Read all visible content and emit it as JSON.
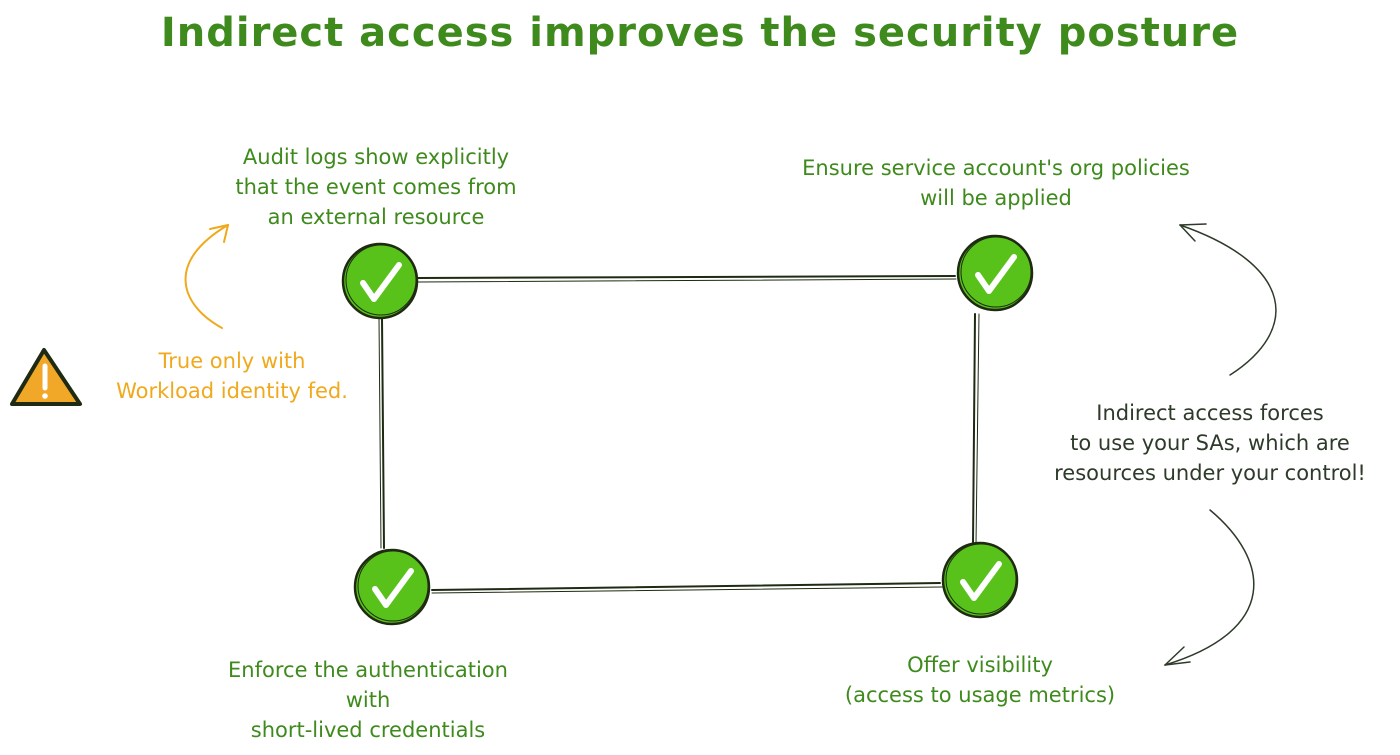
{
  "title": "Indirect access improves the security posture",
  "colors": {
    "green_text": "#3e8a1c",
    "orange_text": "#f0a91c",
    "dark_text": "#2e3a2a",
    "check_fill": "#58c21a",
    "check_stroke": "#1e2a12",
    "warning_fill": "#f1a727",
    "line": "#1e2a12"
  },
  "notes": {
    "top_left": [
      "Audit logs show explicitly",
      "that the event comes from",
      "an external resource"
    ],
    "top_right": [
      "Ensure service account's org policies",
      "will be applied"
    ],
    "bottom_left": [
      "Enforce the authentication",
      "with",
      "short-lived credentials"
    ],
    "bottom_right": [
      "Offer visibility",
      "(access to usage metrics)"
    ],
    "right_center": [
      "Indirect access forces",
      "to use your SAs, which are",
      "resources under your control!"
    ],
    "warning": [
      "True only with",
      "Workload identity fed."
    ]
  },
  "icons": {
    "check": "check-circle-icon",
    "warning": "warning-triangle-icon",
    "arrow": "curved-arrow-icon"
  }
}
